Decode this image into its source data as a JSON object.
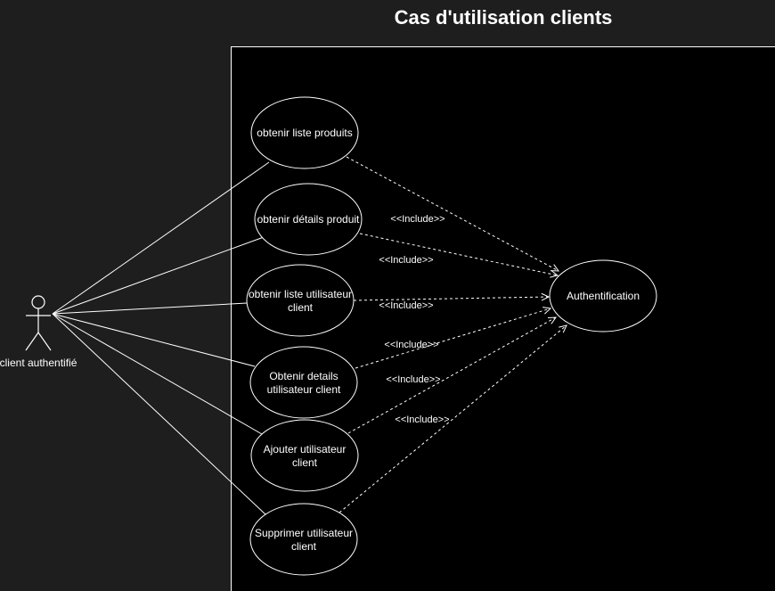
{
  "title": "Cas d'utilisation clients",
  "actor": {
    "label": "client authentifié"
  },
  "target": {
    "label": "Authentification"
  },
  "use_cases": [
    {
      "lines": [
        "obtenir liste produits"
      ]
    },
    {
      "lines": [
        "obtenir détails produit"
      ]
    },
    {
      "lines": [
        "obtenir liste utilisateur",
        "client"
      ]
    },
    {
      "lines": [
        "Obtenir details",
        "utilisateur client"
      ]
    },
    {
      "lines": [
        "Ajouter utilisateur",
        "client"
      ]
    },
    {
      "lines": [
        "Supprimer utilisateur",
        "client"
      ]
    }
  ],
  "include_labels": [
    "<<Include>>",
    "<<Include>>",
    "<<Include>>",
    "<<Include>>",
    "<<Include>>",
    "<<Include>>"
  ],
  "colors": {
    "background": "#1e1e1e",
    "canvas": "#000000",
    "stroke": "#ffffff",
    "text": "#ffffff"
  }
}
